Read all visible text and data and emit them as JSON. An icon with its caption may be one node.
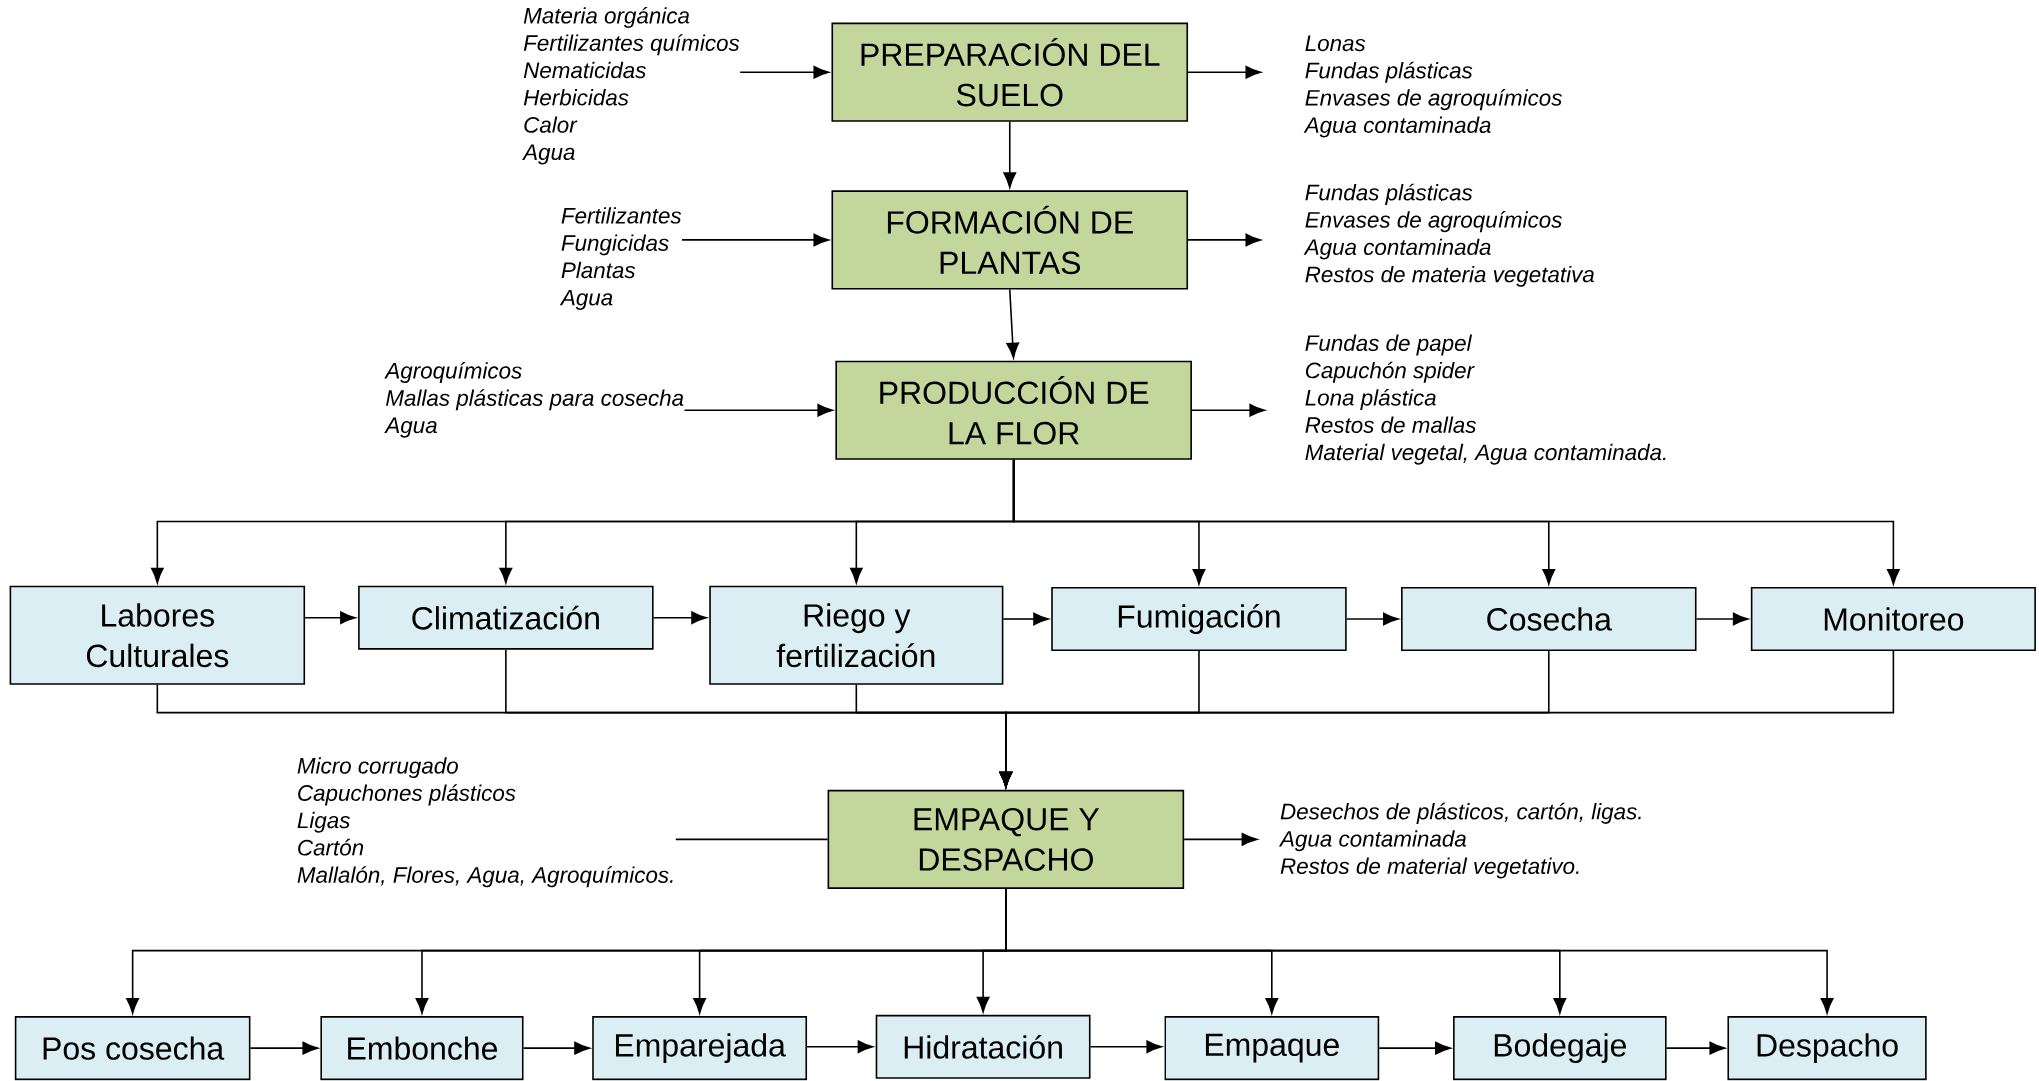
{
  "diagram": {
    "nodes": [
      {
        "text": [
          "Materia orgánica",
          "Fertilizantes químicos",
          "Nematicidas",
          "Herbicidas",
          "Calor",
          "Agua"
        ]
      },
      {
        "text": [
          "PREPARACIÓN DEL SUELO"
        ]
      },
      {
        "text": [
          "Lonas",
          "Fundas plásticas",
          "Envases de agroquímicos",
          "Agua contaminada"
        ]
      },
      {
        "text": [
          "Fertilizantes",
          "Fungicidas",
          "Plantas",
          "Agua"
        ]
      },
      {
        "text": [
          "FORMACIÓN DE PLANTAS"
        ]
      },
      {
        "text": [
          "Fundas plásticas",
          "Envases de agroquímicos",
          "Agua contaminada",
          "Restos de materia vegetativa"
        ]
      },
      {
        "text": [
          "Agroquímicos",
          "Mallas plásticas para cosecha",
          "Agua"
        ]
      },
      {
        "text": [
          "PRODUCCIÓN DE LA FLOR"
        ]
      },
      {
        "text": [
          "Fundas de papel",
          "Capuchón spider",
          "Lona plástica",
          "Restos de mallas",
          "Material vegetal, Agua contaminada."
        ]
      },
      {
        "text": [
          "Labores Culturales"
        ]
      },
      {
        "text": [
          "Climatización"
        ]
      },
      {
        "text": [
          "Riego y fertilización"
        ]
      },
      {
        "text": [
          "Fumigación"
        ]
      },
      {
        "text": [
          "Cosecha"
        ]
      },
      {
        "text": [
          "Monitoreo"
        ]
      },
      {
        "text": [
          "Micro corrugado",
          "Capuchones plásticos",
          "Ligas",
          "Cartón",
          "Mallalón, Flores, Agua, Agroquímicos."
        ]
      },
      {
        "text": [
          "EMPAQUE Y DESPACHO"
        ]
      },
      {
        "text": [
          "Desechos de plásticos, cartón, ligas.",
          "Agua contaminada",
          "Restos de material vegetativo."
        ]
      },
      {
        "text": [
          "Pos cosecha"
        ]
      },
      {
        "text": [
          "Embonche"
        ]
      },
      {
        "text": [
          "Emparejada"
        ]
      },
      {
        "text": [
          "Hidratación"
        ]
      },
      {
        "text": [
          "Empaque"
        ]
      },
      {
        "text": [
          "Bodegaje"
        ]
      },
      {
        "text": [
          "Despacho"
        ]
      }
    ],
    "edges": [
      {
        "from": 0,
        "to": 1,
        "arrow": "to"
      },
      {
        "from": 1,
        "to": 2,
        "arrow": "to"
      },
      {
        "from": 1,
        "to": 4,
        "arrow": "to"
      },
      {
        "from": 3,
        "to": 4,
        "arrow": "to"
      },
      {
        "from": 4,
        "to": 5,
        "arrow": "to"
      },
      {
        "from": 4,
        "to": 7,
        "arrow": "to"
      },
      {
        "from": 6,
        "to": 7,
        "arrow": "to"
      },
      {
        "from": 7,
        "to": 8,
        "arrow": "to"
      },
      {
        "from": 7,
        "to": 9,
        "arrow": "to"
      },
      {
        "from": 7,
        "to": 10,
        "arrow": "to"
      },
      {
        "from": 7,
        "to": 11,
        "arrow": "to"
      },
      {
        "from": 7,
        "to": 12,
        "arrow": "to"
      },
      {
        "from": 7,
        "to": 13,
        "arrow": "to"
      },
      {
        "from": 7,
        "to": 14,
        "arrow": "to"
      },
      {
        "from": 9,
        "to": 10,
        "arrow": "to"
      },
      {
        "from": 10,
        "to": 11,
        "arrow": "to"
      },
      {
        "from": 11,
        "to": 12,
        "arrow": "to"
      },
      {
        "from": 12,
        "to": 13,
        "arrow": "to"
      },
      {
        "from": 13,
        "to": 14,
        "arrow": "to"
      },
      {
        "from": 9,
        "to": 16,
        "arrow": "to"
      },
      {
        "from": 10,
        "to": 16,
        "arrow": "to"
      },
      {
        "from": 11,
        "to": 16,
        "arrow": "to"
      },
      {
        "from": 12,
        "to": 16,
        "arrow": "to"
      },
      {
        "from": 13,
        "to": 16,
        "arrow": "to"
      },
      {
        "from": 14,
        "to": 16,
        "arrow": "to"
      },
      {
        "from": 15,
        "to": 16,
        "arrow": "none"
      },
      {
        "from": 16,
        "to": 17,
        "arrow": "to"
      },
      {
        "from": 16,
        "to": 18,
        "arrow": "to"
      },
      {
        "from": 16,
        "to": 19,
        "arrow": "to"
      },
      {
        "from": 16,
        "to": 20,
        "arrow": "to"
      },
      {
        "from": 16,
        "to": 21,
        "arrow": "to"
      },
      {
        "from": 16,
        "to": 22,
        "arrow": "to"
      },
      {
        "from": 16,
        "to": 23,
        "arrow": "to"
      },
      {
        "from": 16,
        "to": 24,
        "arrow": "to"
      },
      {
        "from": 18,
        "to": 19,
        "arrow": "to"
      },
      {
        "from": 19,
        "to": 20,
        "arrow": "to"
      },
      {
        "from": 20,
        "to": 21,
        "arrow": "to"
      },
      {
        "from": 21,
        "to": 22,
        "arrow": "to"
      },
      {
        "from": 22,
        "to": 23,
        "arrow": "to"
      },
      {
        "from": 23,
        "to": 24,
        "arrow": "to"
      }
    ]
  }
}
